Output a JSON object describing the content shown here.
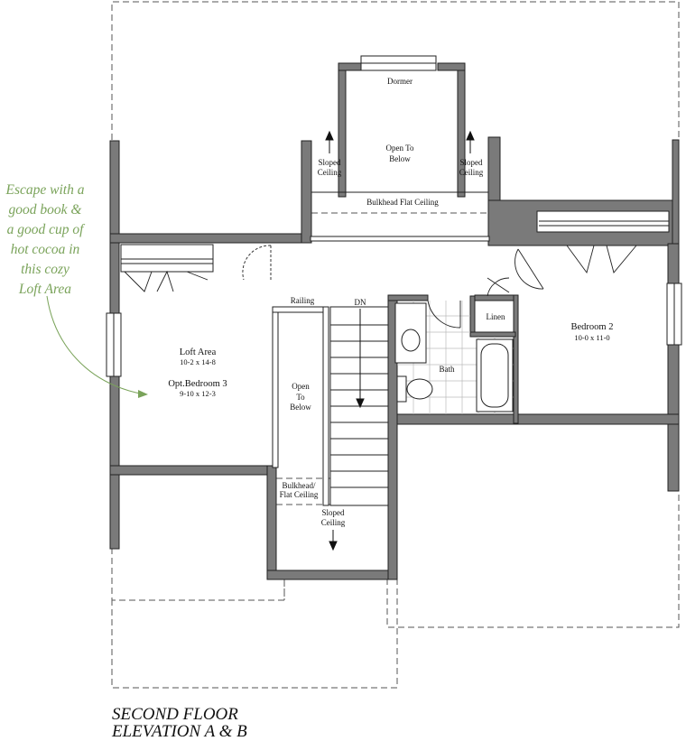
{
  "callout": {
    "lines": [
      "Escape with a",
      "good book &",
      "a good cup of",
      "hot cocoa in",
      "this cozy",
      "Loft Area"
    ]
  },
  "title": {
    "line1": "SECOND FLOOR",
    "line2": "ELEVATION A & B"
  },
  "rooms": {
    "dormer": "Dormer",
    "open_to_below_top_1": "Open To",
    "open_to_below_top_2": "Below",
    "sloped_left_1": "Sloped",
    "sloped_left_2": "Ceiling",
    "sloped_right_1": "Sloped",
    "sloped_right_2": "Ceiling",
    "bulkhead_flat": "Bulkhead Flat Ceiling",
    "loft_name": "Loft Area",
    "loft_dims": "10-2 x 14-8",
    "opt_bedroom_name": "Opt.Bedroom 3",
    "opt_bedroom_dims": "9-10 x 12-3",
    "railing": "Railing",
    "dn": "DN",
    "open_mid_1": "Open",
    "open_mid_2": "To",
    "open_mid_3": "Below",
    "bulkhead2_1": "Bulkhead/",
    "bulkhead2_2": "Flat Ceiling",
    "sloped_bottom_1": "Sloped",
    "sloped_bottom_2": "Ceiling",
    "bath": "Bath",
    "linen": "Linen",
    "bedroom2_name": "Bedroom 2",
    "bedroom2_dims": "10-0 x 11-0"
  },
  "colors": {
    "wall": "#7a7a7a",
    "wall_edge": "#222222",
    "callout": "#7aa35a",
    "dashed": "#555555"
  }
}
